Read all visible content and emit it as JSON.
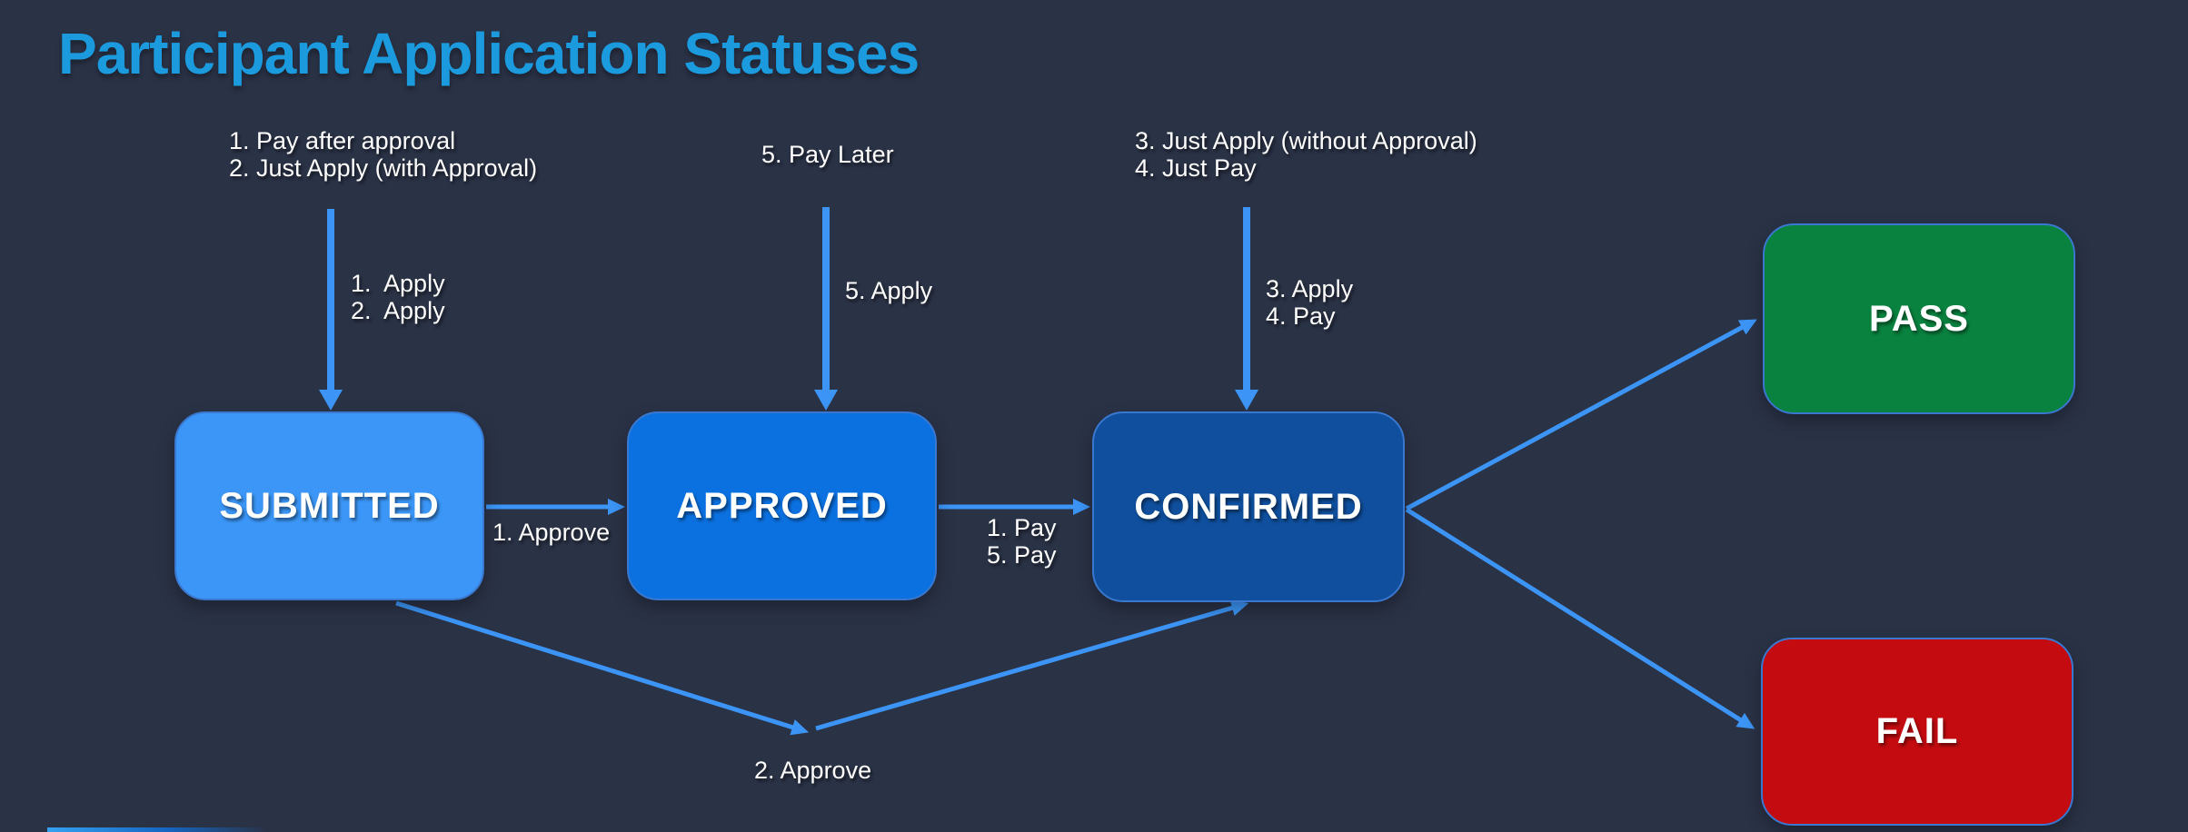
{
  "title": "Participant Application Statuses",
  "theme": {
    "background": "#2A3246",
    "title-color": "#1B9BDE",
    "arrow-color": "#3C95F6",
    "label-color": "#FFFFFF",
    "box-border": "#3A77CE",
    "accent-bar-start": "#35A2F0",
    "accent-bar-mid": "#1565C0"
  },
  "states": [
    {
      "id": "submitted",
      "label": "SUBMITTED",
      "color": "#3B96F7"
    },
    {
      "id": "approved",
      "label": "APPROVED",
      "color": "#0B71E1"
    },
    {
      "id": "confirmed",
      "label": "CONFIRMED",
      "color": "#0F4F9D"
    },
    {
      "id": "pass",
      "label": "PASS",
      "color": "#09823F"
    },
    {
      "id": "fail",
      "label": "FAIL",
      "color": "#C30B10"
    }
  ],
  "incoming": [
    {
      "to": "SUBMITTED",
      "methods": "1. Pay after approval\n2. Just Apply (with Approval)",
      "actions": "1.  Apply\n2.  Apply"
    },
    {
      "to": "APPROVED",
      "methods": "5. Pay Later",
      "actions": "5. Apply"
    },
    {
      "to": "CONFIRMED",
      "methods": "3. Just Apply (without Approval)\n4. Just Pay",
      "actions": "3. Apply\n4. Pay"
    }
  ],
  "edges": [
    {
      "from": "SUBMITTED",
      "to": "APPROVED",
      "label": "1. Approve"
    },
    {
      "from": "APPROVED",
      "to": "CONFIRMED",
      "label": "1. Pay\n5. Pay"
    },
    {
      "from": "SUBMITTED",
      "to": "CONFIRMED",
      "label": "2. Approve"
    },
    {
      "from": "CONFIRMED",
      "to": "PASS",
      "label": ""
    },
    {
      "from": "CONFIRMED",
      "to": "FAIL",
      "label": ""
    }
  ]
}
